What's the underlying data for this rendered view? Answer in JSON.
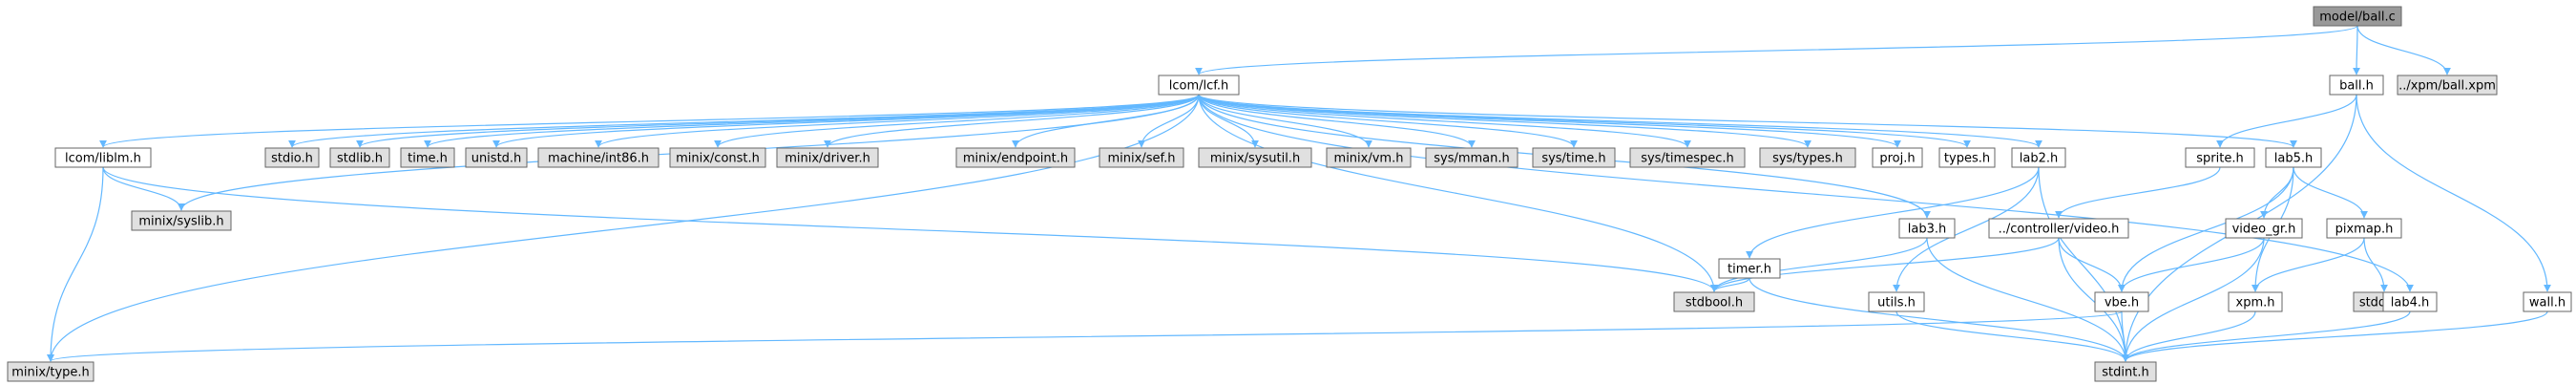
{
  "colors": {
    "node_root": "#999999",
    "node_header": "#ffffff",
    "node_system": "#e0e0e0",
    "border": "#666666",
    "edge": "#63b8ff"
  },
  "nodes": [
    {
      "id": "ball_c",
      "label": "model/ball.c",
      "kind": "root"
    },
    {
      "id": "lcf",
      "label": "lcom/lcf.h",
      "kind": "header"
    },
    {
      "id": "ball_h",
      "label": "ball.h",
      "kind": "header"
    },
    {
      "id": "ball_xpm",
      "label": "../xpm/ball.xpm",
      "kind": "system"
    },
    {
      "id": "liblm",
      "label": "lcom/liblm.h",
      "kind": "header"
    },
    {
      "id": "stdio",
      "label": "stdio.h",
      "kind": "system"
    },
    {
      "id": "stdlib",
      "label": "stdlib.h",
      "kind": "system"
    },
    {
      "id": "time",
      "label": "time.h",
      "kind": "system"
    },
    {
      "id": "unistd",
      "label": "unistd.h",
      "kind": "system"
    },
    {
      "id": "int86",
      "label": "machine/int86.h",
      "kind": "system"
    },
    {
      "id": "mconst",
      "label": "minix/const.h",
      "kind": "system"
    },
    {
      "id": "mdriver",
      "label": "minix/driver.h",
      "kind": "system"
    },
    {
      "id": "mendpoint",
      "label": "minix/endpoint.h",
      "kind": "system"
    },
    {
      "id": "msef",
      "label": "minix/sef.h",
      "kind": "system"
    },
    {
      "id": "msysutil",
      "label": "minix/sysutil.h",
      "kind": "system"
    },
    {
      "id": "mvm",
      "label": "minix/vm.h",
      "kind": "system"
    },
    {
      "id": "smman",
      "label": "sys/mman.h",
      "kind": "system"
    },
    {
      "id": "stime",
      "label": "sys/time.h",
      "kind": "system"
    },
    {
      "id": "stimespec",
      "label": "sys/timespec.h",
      "kind": "system"
    },
    {
      "id": "stypes",
      "label": "sys/types.h",
      "kind": "system"
    },
    {
      "id": "proj",
      "label": "proj.h",
      "kind": "header"
    },
    {
      "id": "types",
      "label": "types.h",
      "kind": "header"
    },
    {
      "id": "lab2",
      "label": "lab2.h",
      "kind": "header"
    },
    {
      "id": "sprite",
      "label": "sprite.h",
      "kind": "header"
    },
    {
      "id": "lab5",
      "label": "lab5.h",
      "kind": "header"
    },
    {
      "id": "msyslib",
      "label": "minix/syslib.h",
      "kind": "system"
    },
    {
      "id": "timer",
      "label": "timer.h",
      "kind": "header"
    },
    {
      "id": "lab3",
      "label": "lab3.h",
      "kind": "header"
    },
    {
      "id": "video",
      "label": "../controller/video.h",
      "kind": "header"
    },
    {
      "id": "videogr",
      "label": "video_gr.h",
      "kind": "header"
    },
    {
      "id": "pixmap",
      "label": "pixmap.h",
      "kind": "header"
    },
    {
      "id": "stdbool",
      "label": "stdbool.h",
      "kind": "system"
    },
    {
      "id": "utils",
      "label": "utils.h",
      "kind": "header"
    },
    {
      "id": "vbe",
      "label": "vbe.h",
      "kind": "header"
    },
    {
      "id": "xpm",
      "label": "xpm.h",
      "kind": "header"
    },
    {
      "id": "stddef",
      "label": "stddef.h",
      "kind": "system"
    },
    {
      "id": "lab4",
      "label": "lab4.h",
      "kind": "header"
    },
    {
      "id": "wall",
      "label": "wall.h",
      "kind": "header"
    },
    {
      "id": "mtype",
      "label": "minix/type.h",
      "kind": "system"
    },
    {
      "id": "stdint",
      "label": "stdint.h",
      "kind": "system"
    }
  ],
  "edges": [
    [
      "ball_c",
      "lcf"
    ],
    [
      "ball_c",
      "ball_h"
    ],
    [
      "ball_c",
      "ball_xpm"
    ],
    [
      "lcf",
      "liblm"
    ],
    [
      "lcf",
      "stdio"
    ],
    [
      "lcf",
      "stdlib"
    ],
    [
      "lcf",
      "time"
    ],
    [
      "lcf",
      "unistd"
    ],
    [
      "lcf",
      "int86"
    ],
    [
      "lcf",
      "mconst"
    ],
    [
      "lcf",
      "mdriver"
    ],
    [
      "lcf",
      "mendpoint"
    ],
    [
      "lcf",
      "msef"
    ],
    [
      "lcf",
      "msysutil"
    ],
    [
      "lcf",
      "mvm"
    ],
    [
      "lcf",
      "smman"
    ],
    [
      "lcf",
      "stime"
    ],
    [
      "lcf",
      "stimespec"
    ],
    [
      "lcf",
      "stypes"
    ],
    [
      "lcf",
      "proj"
    ],
    [
      "lcf",
      "types"
    ],
    [
      "lcf",
      "lab2"
    ],
    [
      "lcf",
      "lab5"
    ],
    [
      "lcf",
      "msyslib"
    ],
    [
      "lcf",
      "lab3"
    ],
    [
      "lcf",
      "lab4"
    ],
    [
      "lcf",
      "stdbool"
    ],
    [
      "lcf",
      "mtype"
    ],
    [
      "ball_h",
      "sprite"
    ],
    [
      "ball_h",
      "wall"
    ],
    [
      "ball_h",
      "stdint"
    ],
    [
      "liblm",
      "msyslib"
    ],
    [
      "liblm",
      "mtype"
    ],
    [
      "liblm",
      "stdbool"
    ],
    [
      "lab2",
      "timer"
    ],
    [
      "lab2",
      "utils"
    ],
    [
      "lab2",
      "stdint"
    ],
    [
      "sprite",
      "video"
    ],
    [
      "lab5",
      "videogr"
    ],
    [
      "lab5",
      "pixmap"
    ],
    [
      "lab5",
      "vbe"
    ],
    [
      "lab5",
      "xpm"
    ],
    [
      "timer",
      "stdbool"
    ],
    [
      "timer",
      "stdint"
    ],
    [
      "lab3",
      "stdbool"
    ],
    [
      "lab3",
      "stdint"
    ],
    [
      "video",
      "stdbool"
    ],
    [
      "video",
      "vbe"
    ],
    [
      "video",
      "stdint"
    ],
    [
      "videogr",
      "vbe"
    ],
    [
      "videogr",
      "stdint"
    ],
    [
      "pixmap",
      "xpm"
    ],
    [
      "pixmap",
      "stddef"
    ],
    [
      "utils",
      "stdint"
    ],
    [
      "vbe",
      "mtype"
    ],
    [
      "vbe",
      "stdint"
    ],
    [
      "xpm",
      "stdint"
    ],
    [
      "lab4",
      "stdint"
    ],
    [
      "wall",
      "stdint"
    ]
  ]
}
